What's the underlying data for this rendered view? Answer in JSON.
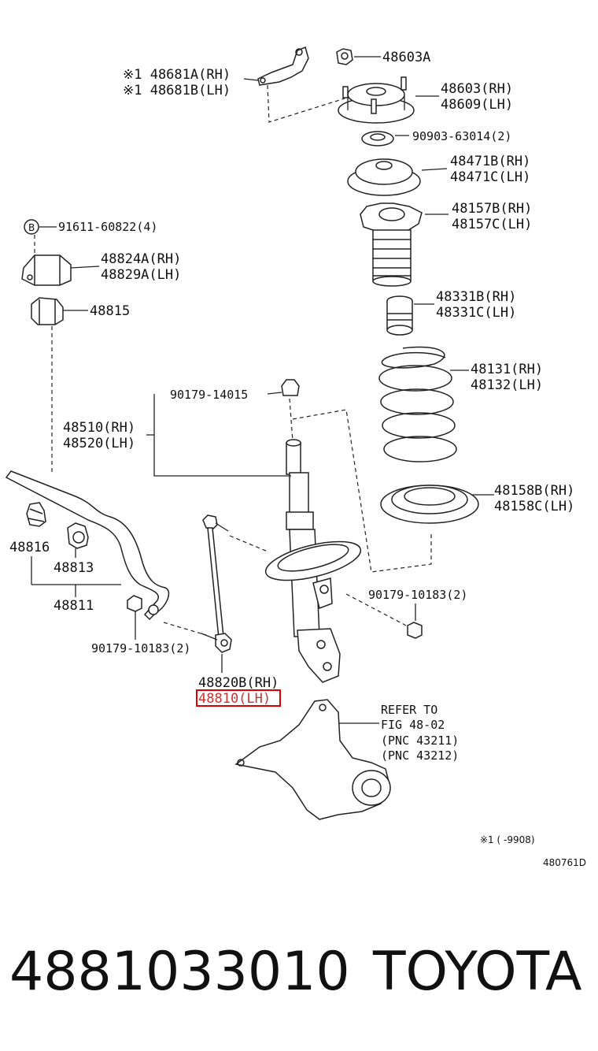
{
  "labels": {
    "p48681a": "※1 48681A(RH)",
    "p48681b": "※1 48681B(LH)",
    "p48603a": "48603A",
    "p48603": "48603(RH)",
    "p48609": "48609(LH)",
    "p90903": "90903-63014(2)",
    "p48471b": "48471B(RH)",
    "p48471c": "48471C(LH)",
    "p48157b": "48157B(RH)",
    "p48157c": "48157C(LH)",
    "p48331b": "48331B(RH)",
    "p48331c": "48331C(LH)",
    "p48131": "48131(RH)",
    "p48132": "48132(LH)",
    "p48158b": "48158B(RH)",
    "p48158c": "48158C(LH)",
    "p91611_mark": "B",
    "p91611": "91611-60822(4)",
    "p48824a": "48824A(RH)",
    "p48829a": "48829A(LH)",
    "p48815": "48815",
    "p90179_14015": "90179-14015",
    "p48510": "48510(RH)",
    "p48520": "48520(LH)",
    "p48816": "48816",
    "p48813": "48813",
    "p48811": "48811",
    "p90179_10183_r": "90179-10183(2)",
    "p90179_10183_l": "90179-10183(2)",
    "p48820b": "48820B(RH)",
    "p48810": "48810(LH)",
    "refer1": "REFER TO",
    "refer2": "FIG 48-02",
    "refer3": "(PNC 43211)",
    "refer4": "(PNC 43212)",
    "footnote": "※1 (     -9908)",
    "figcode": "480761D"
  },
  "caption": {
    "part_number": "4881033010",
    "brand": "TOYOTA"
  },
  "highlight_color": "#dd0000"
}
